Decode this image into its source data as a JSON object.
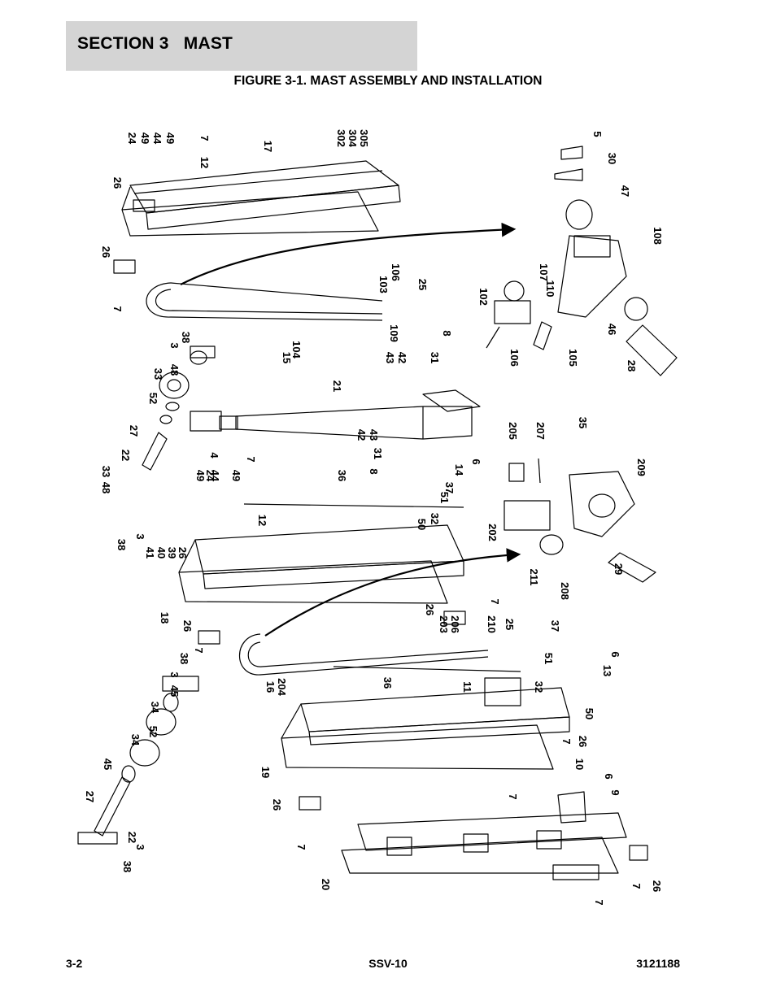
{
  "header": {
    "section_title": "SECTION 3   MAST",
    "figure_title": "FIGURE 3-1. MAST ASSEMBLY AND INSTALLATION"
  },
  "callouts": [
    "24",
    "49",
    "44",
    "49",
    "7",
    "12",
    "17",
    "302",
    "304",
    "305",
    "26",
    "26",
    "7",
    "5",
    "30",
    "47",
    "108",
    "107",
    "110",
    "102",
    "46",
    "28",
    "106",
    "105",
    "103",
    "106",
    "25",
    "15",
    "104",
    "109",
    "38",
    "3",
    "48",
    "33",
    "52",
    "27",
    "4",
    "21",
    "43",
    "42",
    "31",
    "8",
    "43",
    "42",
    "31",
    "8",
    "22",
    "33",
    "48",
    "38",
    "3",
    "24",
    "49",
    "44",
    "49",
    "7",
    "12",
    "36",
    "37",
    "14",
    "6",
    "51",
    "32",
    "50",
    "41",
    "40",
    "39",
    "26",
    "18",
    "205",
    "207",
    "35",
    "209",
    "202",
    "211",
    "208",
    "29",
    "26",
    "7",
    "26",
    "7",
    "203",
    "206",
    "210",
    "25",
    "16",
    "204",
    "38",
    "3",
    "45",
    "34",
    "52",
    "34",
    "45",
    "27",
    "22",
    "3",
    "38",
    "36",
    "11",
    "37",
    "51",
    "32",
    "13",
    "6",
    "50",
    "7",
    "26",
    "19",
    "7",
    "10",
    "9",
    "6",
    "26",
    "7",
    "20",
    "7",
    "7",
    "26"
  ],
  "footer": {
    "page": "3-2",
    "model": "SSV-10",
    "doc_number": "3121188"
  }
}
